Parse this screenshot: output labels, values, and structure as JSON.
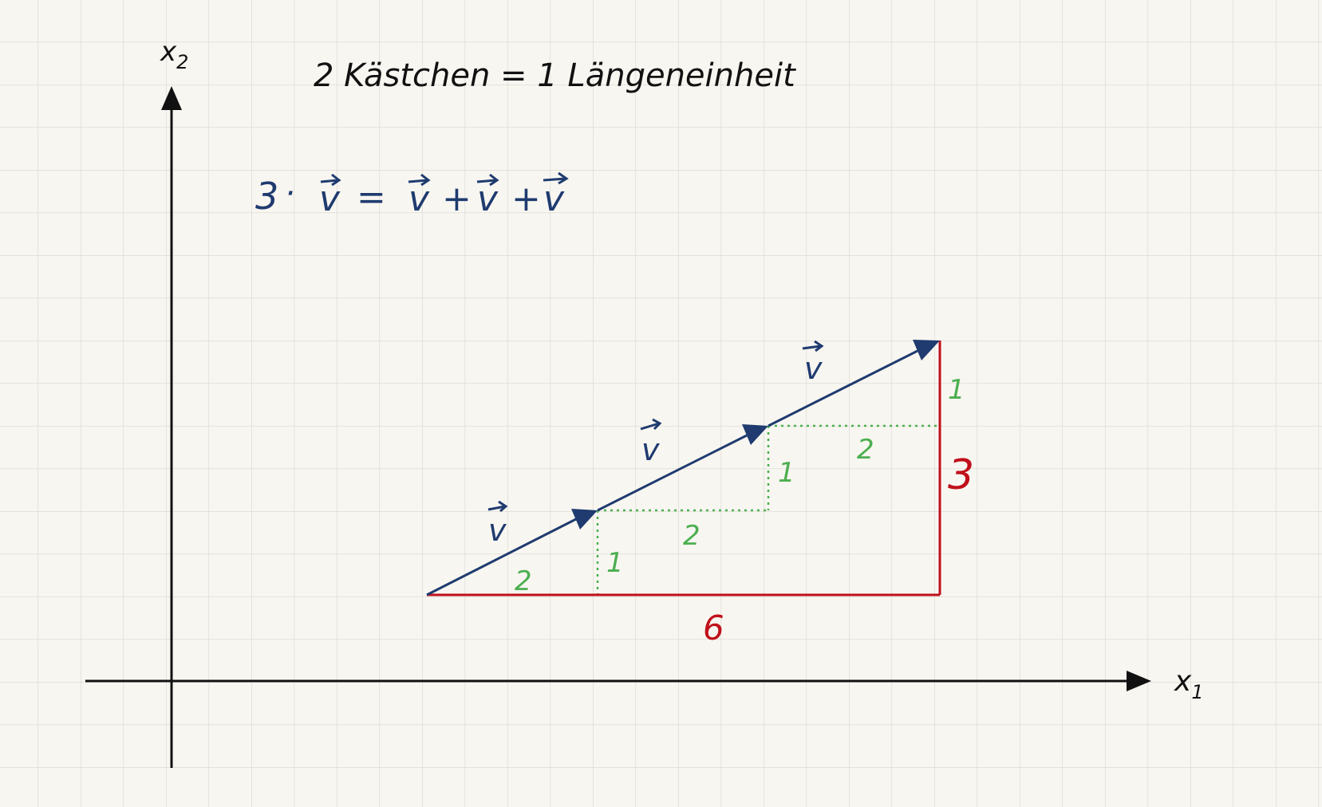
{
  "axes": {
    "x_label": "x",
    "x_subscript": "1",
    "y_label": "x",
    "y_subscript": "2"
  },
  "scale_note": "2 Kästchen = 1 Längeneinheit",
  "equation": {
    "factor": "3",
    "dot": "·",
    "vector_symbol": "v",
    "equals": "=",
    "plus": "+"
  },
  "vectors": [
    {
      "label": "v",
      "component_x": "2",
      "component_y": "1"
    },
    {
      "label": "v",
      "component_x": "2",
      "component_y": "1"
    },
    {
      "label": "v",
      "component_x": "2",
      "component_y": "1"
    }
  ],
  "result": {
    "x_component": "6",
    "y_component": "3"
  },
  "colors": {
    "paper": "#f8f6f1",
    "grid": "#d9d6cf",
    "axes": "#111111",
    "vector": "#1f3b6f",
    "components": "#4caf50",
    "result": "#c0101a"
  }
}
